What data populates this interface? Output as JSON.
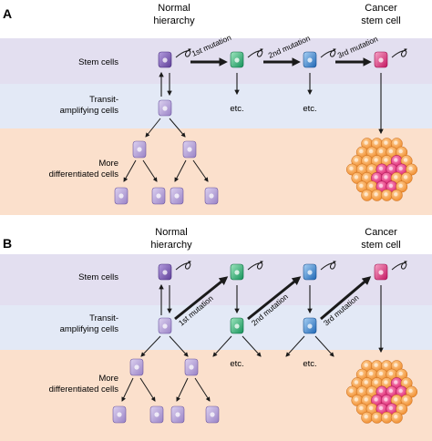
{
  "panel_a": {
    "letter": "A",
    "col_normal_1": "Normal",
    "col_normal_2": "hierarchy",
    "col_cancer_1": "Cancer",
    "col_cancer_2": "stem cell",
    "row_stem": "Stem cells",
    "row_transit_1": "Transit-",
    "row_transit_2": "amplifying cells",
    "row_diff_1": "More",
    "row_diff_2": "differentiated cells",
    "mutation_1": "1st mutation",
    "mutation_2": "2nd mutation",
    "mutation_3": "3rd mutation",
    "etc_1": "etc.",
    "etc_2": "etc."
  },
  "panel_b": {
    "letter": "B",
    "col_normal_1": "Normal",
    "col_normal_2": "hierarchy",
    "col_cancer_1": "Cancer",
    "col_cancer_2": "stem cell",
    "row_stem": "Stem cells",
    "row_transit_1": "Transit-",
    "row_transit_2": "amplifying cells",
    "row_diff_1": "More",
    "row_diff_2": "differentiated cells",
    "mutation_1": "1st mutation",
    "mutation_2": "2nd mutation",
    "mutation_3": "3rd mutation",
    "etc_1": "etc.",
    "etc_2": "etc."
  },
  "colors": {
    "stem_band": "#e3dff0",
    "transit_band": "#e3e9f6",
    "diff_band": "#fbe0cc",
    "normal_cell": "#8a6fb8",
    "normal_cell_light": "#b9a8d8",
    "mutation_1_cell": "#3cb878",
    "mutation_2_cell": "#3f8fd8",
    "cancer_cell": "#e5397f",
    "tumor_orange": "#f4a04a"
  }
}
